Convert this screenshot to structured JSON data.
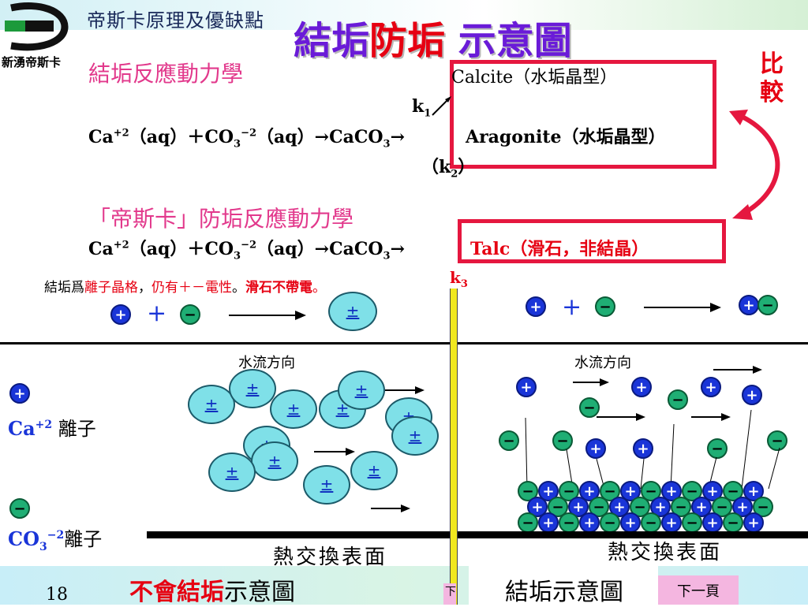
{
  "header": {
    "logo_text": "新湧帝斯卡",
    "subtitle": "帝斯卡原理及優缺點",
    "title_part1": "結垢",
    "title_part2": "防垢",
    "title_part3": "示意圖"
  },
  "compare_label_1": "比",
  "compare_label_2": "較",
  "scaling": {
    "heading": "結垢反應動力學",
    "calcite": "Calcite（水垢晶型）",
    "aragonite": "Aragonite（水垢晶型）",
    "k1": "k",
    "k1_sub": "1",
    "k2": "（k",
    "k2_sub": "2",
    "k2_close": "）",
    "eq_left": "Ca",
    "eq_ca_sup": "+2",
    "eq_mid1": "（aq）＋CO",
    "eq_co_sub": "3",
    "eq_co_sup": "−2",
    "eq_mid2": "（aq）→CaCO",
    "eq_caco_sub": "3",
    "eq_arrow": "→"
  },
  "antiscale": {
    "heading": "「帝斯卡」防垢反應動力學",
    "talc": "Talc（滑石，非結晶）",
    "k3": "k",
    "k3_sub": "3"
  },
  "note": {
    "part1": "結垢爲",
    "part2": "離子晶格",
    "part3": "，",
    "part4": "仍有＋－電性",
    "part5": "。",
    "part6": "滑石不帶電",
    "part7": "。"
  },
  "legend": {
    "ca_label": "Ca",
    "ca_sup": "+2",
    "ca_ion": "離子",
    "co_label": "CO",
    "co_sub": "3",
    "co_sup": "−2",
    "co_ion": "離子"
  },
  "ions": {
    "plus": "+",
    "minus": "−",
    "plus_op": "+",
    "neutral": "±"
  },
  "left_panel": {
    "flow_label": "水流方向",
    "surface_label": "熱交換表面",
    "caption_part1": "不會結垢",
    "caption_part2": "示意圖"
  },
  "right_panel": {
    "flow_label": "水流方向",
    "surface_label": "熱交換表面",
    "caption": "結垢示意圖"
  },
  "footer": {
    "page_number": "18",
    "next_button": "下一頁",
    "prev_button": "下"
  },
  "colors": {
    "accent_red": "#e60012",
    "pink": "#e2398c",
    "purple": "#6a1bd8",
    "box_border": "#e5173f",
    "divider_yellow": "#f1e81f"
  }
}
